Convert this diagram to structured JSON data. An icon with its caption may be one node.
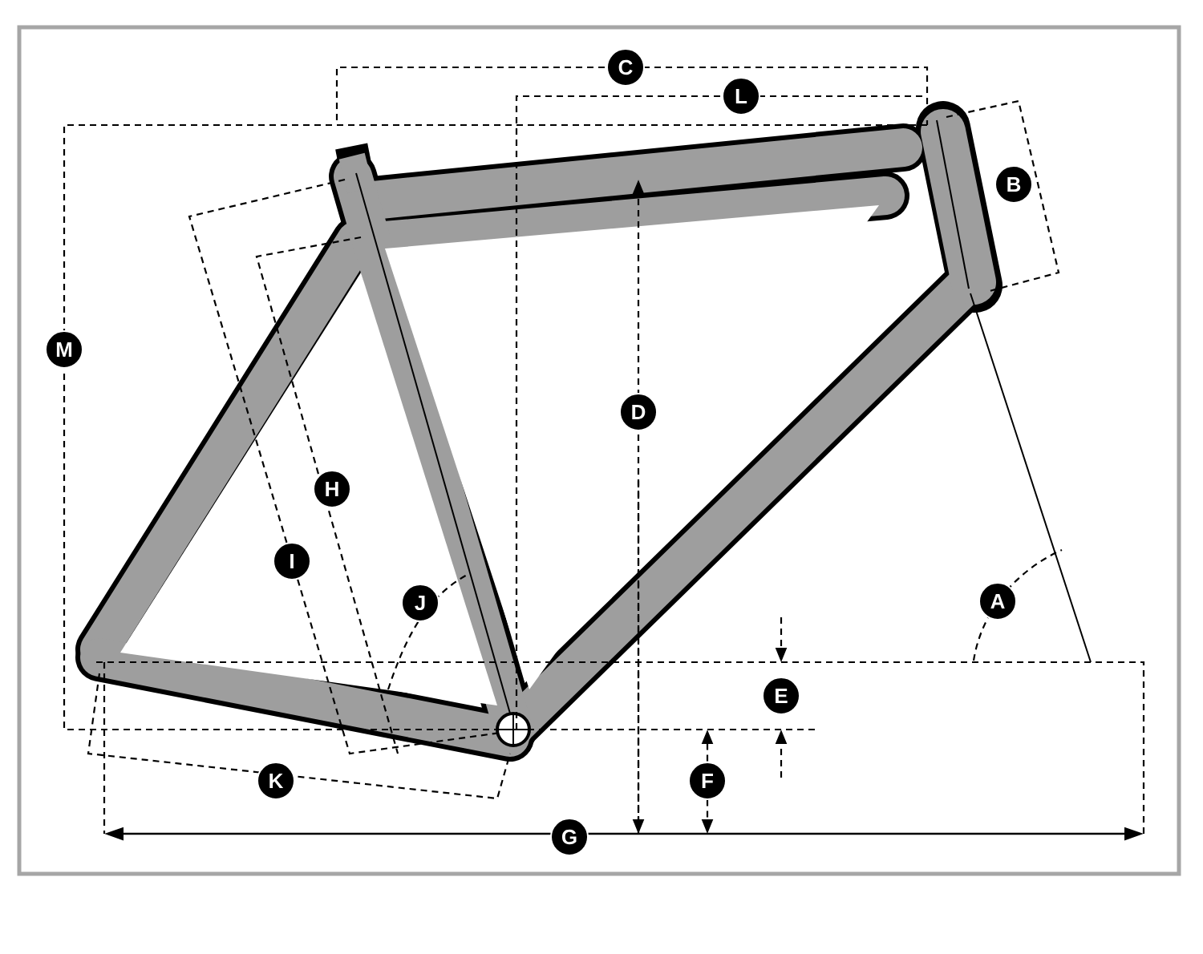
{
  "diagram": {
    "labels": [
      "C",
      "L",
      "B",
      "M",
      "D",
      "H",
      "I",
      "J",
      "A",
      "E",
      "F",
      "K",
      "G"
    ]
  }
}
